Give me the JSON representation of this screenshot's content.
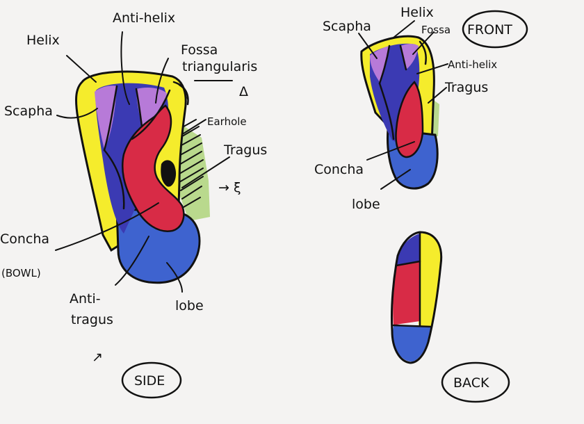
{
  "colors": {
    "helix": "#f5ec2c",
    "scapha": "#b77ad8",
    "antihelix": "#3b3ab3",
    "concha": "#d82b46",
    "lobe": "#3e63cf",
    "tragus": "#b9d98d",
    "ink": "#111111",
    "paper": "#f4f3f2"
  },
  "side": {
    "helix": "Helix",
    "antihelix": "Anti-helix",
    "fossa_line1": "Fossa",
    "fossa_line2": "triangularis",
    "fossa_symbol": "Δ",
    "scapha": "Scapha",
    "earhole": "Earhole",
    "tragus": "Tragus",
    "tragus_symbol": "→ ξ",
    "concha_line1": "Concha",
    "concha_line2": "(BOWL)",
    "antitragus_line1": "Anti-",
    "antitragus_line2": "tragus",
    "antitragus_symbol": "↗",
    "lobe": "lobe",
    "view": "SIDE"
  },
  "front": {
    "scapha": "Scapha",
    "helix": "Helix",
    "fossa": "Fossa",
    "antihelix": "Anti-helix",
    "tragus": "Tragus",
    "concha": "Concha",
    "lobe": "lobe",
    "view": "FRONT"
  },
  "back": {
    "view": "BACK"
  }
}
